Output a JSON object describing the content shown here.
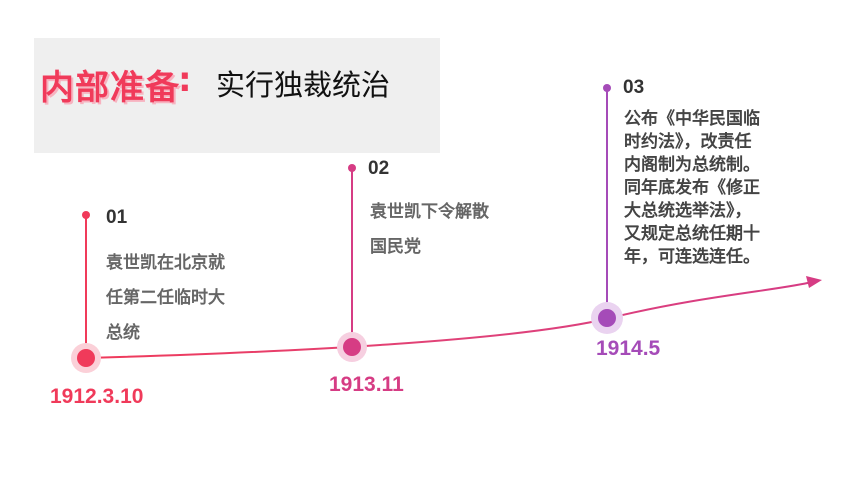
{
  "title": {
    "main": "内部准备",
    "colon": ":",
    "sub": "实行独裁统治"
  },
  "colors": {
    "event1": "#f03a5a",
    "event2": "#d63c84",
    "event3": "#a54bb8",
    "title_accent": "#f03a5a"
  },
  "events": [
    {
      "number": "01",
      "date": "1912.3.10",
      "lines": [
        "袁世凯在北京就",
        "任第二任临时大",
        "总统"
      ]
    },
    {
      "number": "02",
      "date": "1913.11",
      "lines": [
        "袁世凯下令解散",
        "国民党"
      ]
    },
    {
      "number": "03",
      "date": "1914.5",
      "lines": [
        "公布《中华民国临",
        "时约法》，改责任",
        "内阁制为总统制。",
        "同年底发布《修正",
        "大总统选举法》，",
        "又规定总统任期十",
        "年，可连选连任。"
      ]
    }
  ]
}
